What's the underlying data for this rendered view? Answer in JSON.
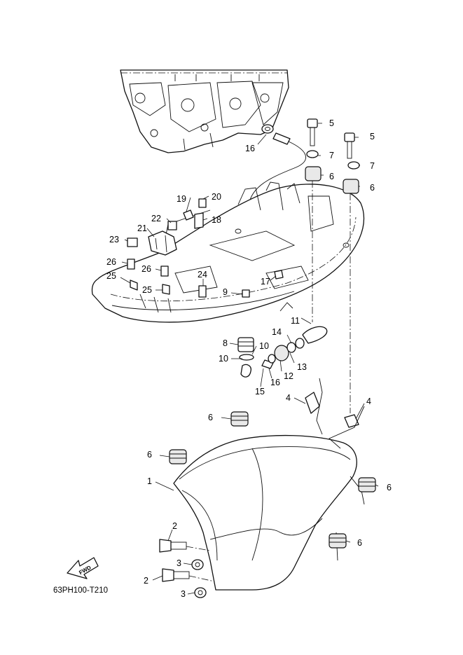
{
  "diagram_code": "63PH100-T210",
  "fwd_label": "FWD",
  "callouts": {
    "c1": "1",
    "c2a": "2",
    "c2b": "2",
    "c3a": "3",
    "c3b": "3",
    "c4a": "4",
    "c4b": "4",
    "c5a": "5",
    "c5b": "5",
    "c6a": "6",
    "c6b": "6",
    "c6c": "6",
    "c6d": "6",
    "c6e": "6",
    "c6f": "6",
    "c7a": "7",
    "c7b": "7",
    "c8": "8",
    "c9": "9",
    "c10a": "10",
    "c10b": "10",
    "c11": "11",
    "c12": "12",
    "c13": "13",
    "c14": "14",
    "c15": "15",
    "c16a": "16",
    "c16b": "16",
    "c17": "17",
    "c18": "18",
    "c19": "19",
    "c20": "20",
    "c21": "21",
    "c22": "22",
    "c23": "23",
    "c24": "24",
    "c25a": "25",
    "c25b": "25",
    "c26a": "26",
    "c26b": "26"
  }
}
